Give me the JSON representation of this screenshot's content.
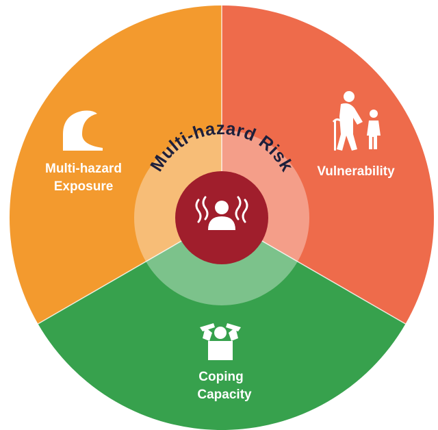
{
  "center": {
    "title": "Multi-hazard Risk"
  },
  "segments": [
    {
      "id": "exposure",
      "line1": "Multi-hazard",
      "line2": "Exposure",
      "color": "#f39a2e",
      "icon": "wave-icon"
    },
    {
      "id": "vulnerability",
      "line1": "Vulnerability",
      "color": "#ee6b4b",
      "icon": "elderly-and-child-icon"
    },
    {
      "id": "coping",
      "line1": "Coping",
      "line2": "Capacity",
      "color": "#37a14d",
      "icon": "relaxed-person-icon"
    }
  ],
  "colors": {
    "center_core": "#a01e2c",
    "title_text": "#1d1f3b"
  }
}
